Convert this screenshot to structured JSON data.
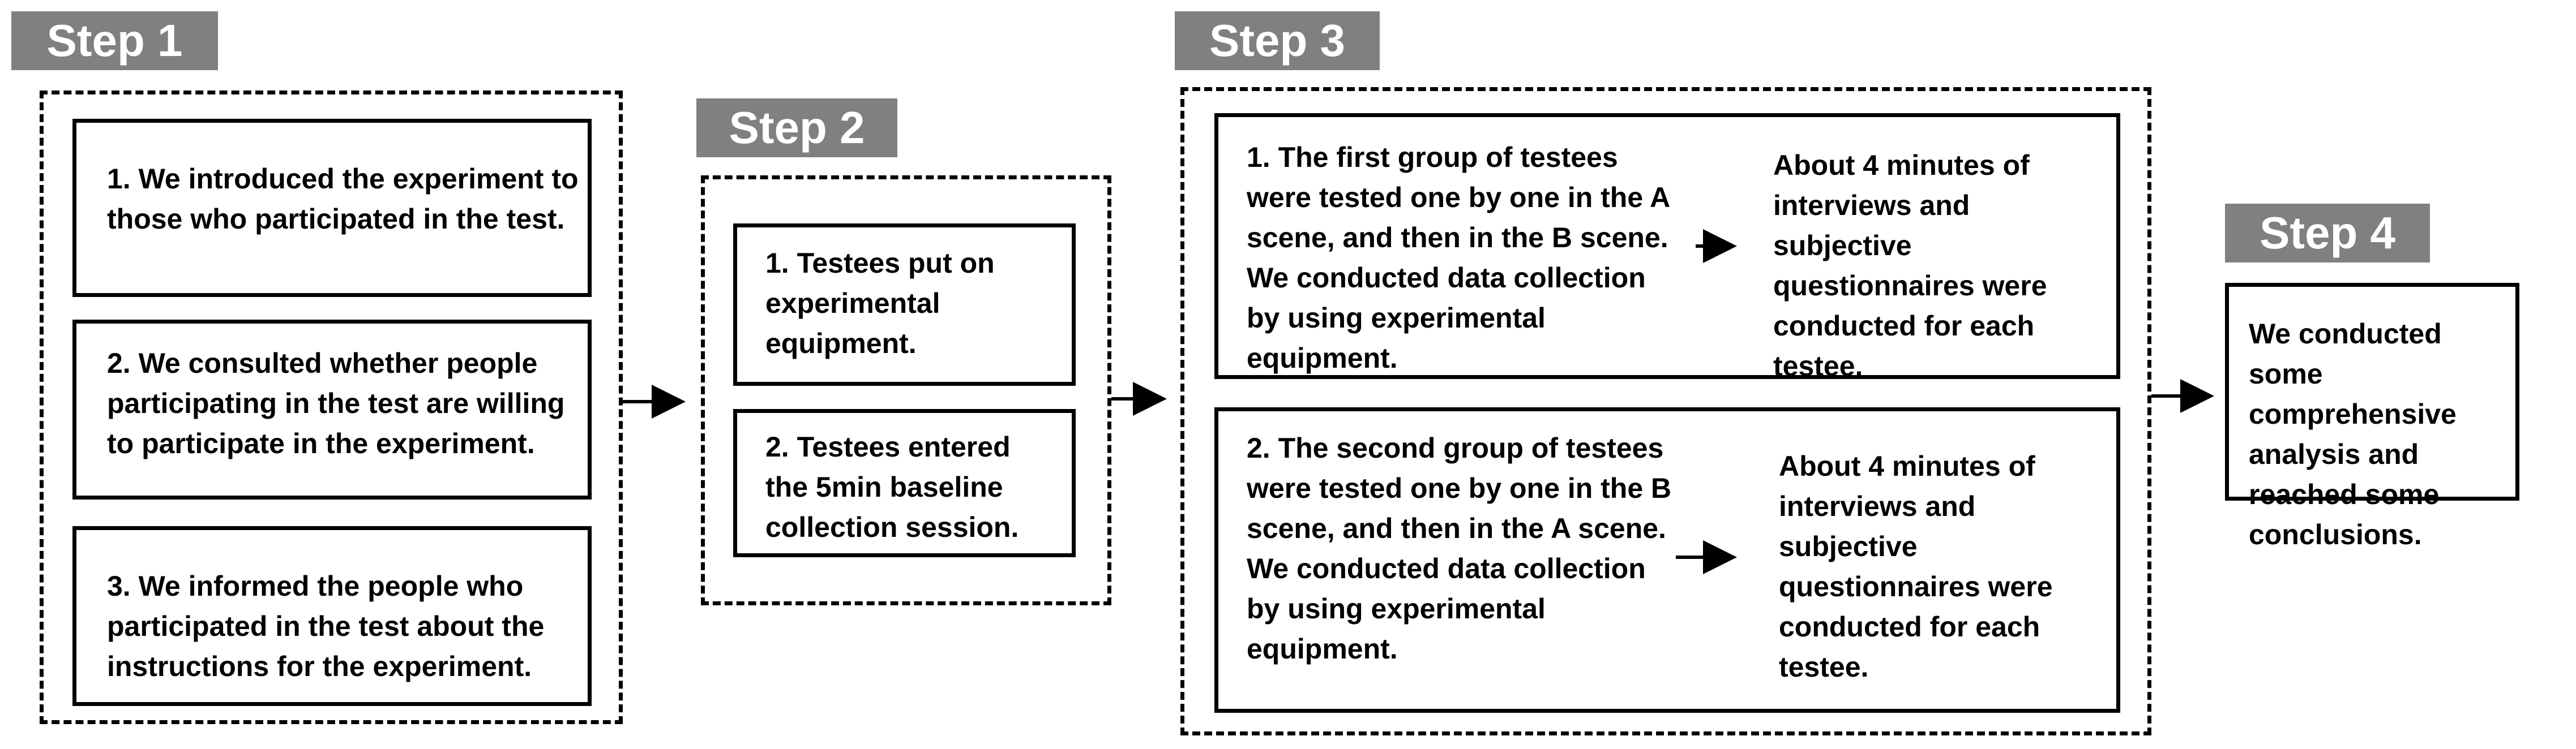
{
  "steps": {
    "step1": {
      "label": "Step 1",
      "items": [
        "1. We introduced the experiment to those who participated in the test.",
        "2. We consulted whether people participating in the test are willing to participate in the experiment.",
        "3. We informed the people who participated in the test about the instructions for the experiment."
      ]
    },
    "step2": {
      "label": "Step 2",
      "items": [
        "1. Testees  put on experimental equipment.",
        "2. Testees entered the 5min baseline collection session."
      ]
    },
    "step3": {
      "label": "Step 3",
      "group1": {
        "text": "1. The first group of testees were tested one by one in the A scene, and then in the B scene. We conducted data collection by using experimental equipment.",
        "result": "About 4 minutes of interviews and subjective questionnaires were conducted for each testee."
      },
      "group2": {
        "text": "2. The second group of testees were tested one by one in the B scene, and then in the A scene. We conducted data collection by using experimental equipment.",
        "result": "About 4 minutes of interviews and subjective questionnaires were conducted for each testee."
      }
    },
    "step4": {
      "label": "Step 4",
      "text": "We conducted some comprehensive analysis and reached some conclusions."
    }
  }
}
